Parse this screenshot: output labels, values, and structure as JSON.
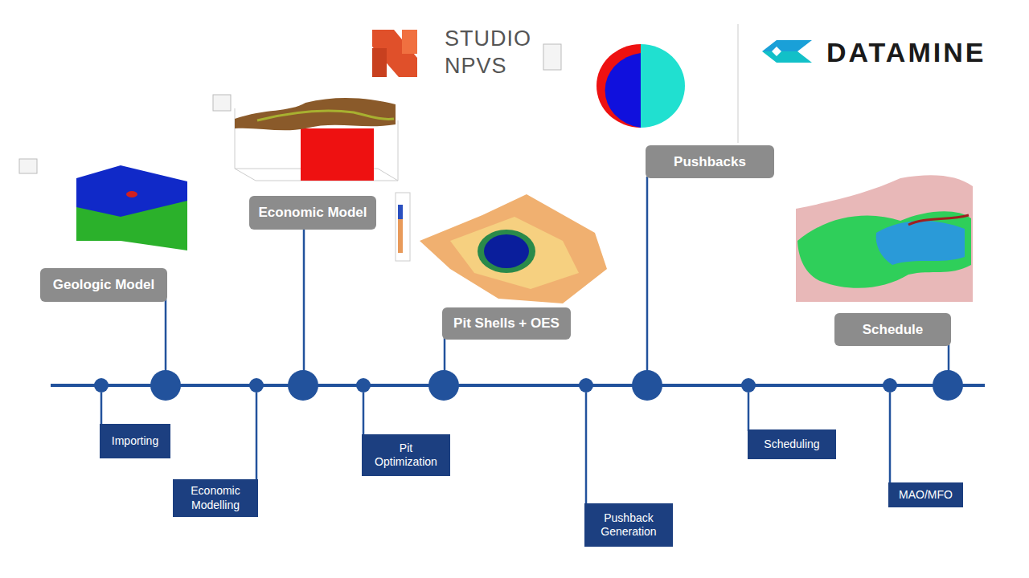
{
  "diagram": {
    "nodes": [
      {
        "text": [
          "Geologic Model"
        ]
      },
      {
        "text": [
          "Importing"
        ]
      },
      {
        "text": [
          "Economic Modelling"
        ]
      },
      {
        "text": [
          "Economic Model"
        ]
      },
      {
        "text": [
          "Pit Optimization"
        ]
      },
      {
        "text": [
          "Pit Shells + OES"
        ]
      },
      {
        "text": [
          "Pushback Generation"
        ]
      },
      {
        "text": [
          "Pushbacks"
        ]
      },
      {
        "text": [
          "Scheduling"
        ]
      },
      {
        "text": [
          "Schedule"
        ]
      },
      {
        "text": [
          "MAO/MFO"
        ]
      }
    ],
    "labels": [
      "STUDIO",
      "NPVS",
      "DATAMINE"
    ]
  }
}
